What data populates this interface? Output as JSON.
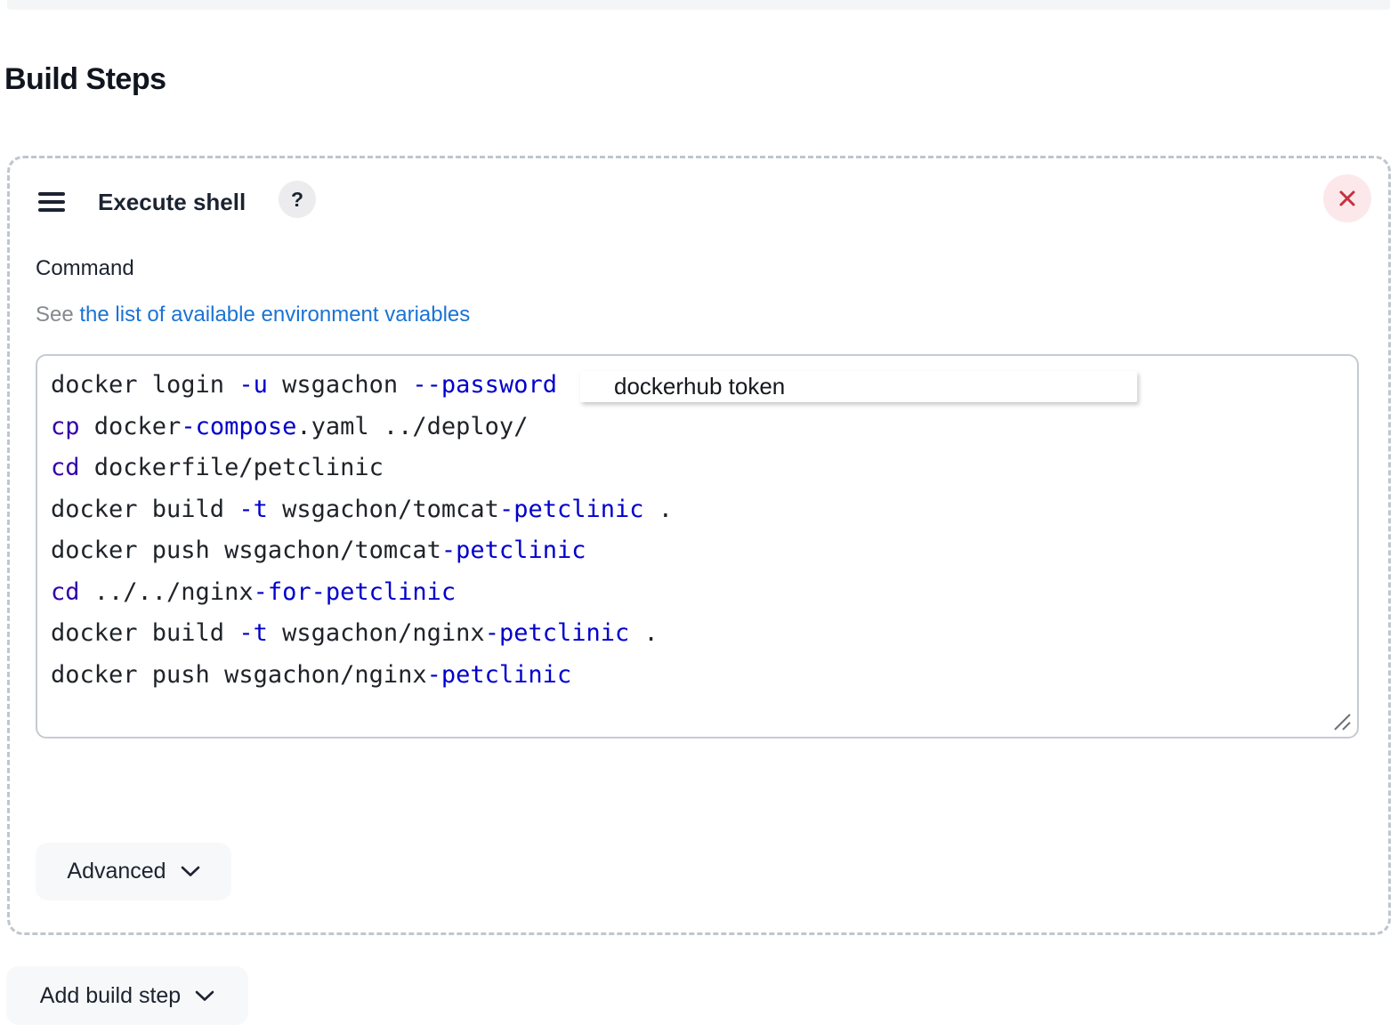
{
  "page": {
    "title": "Build Steps"
  },
  "step_card": {
    "title": "Execute shell",
    "help_badge": "?",
    "command_label": "Command",
    "env_hint": {
      "prefix": "See ",
      "link_text": "the list of available environment variables"
    },
    "overlay_label": "dockerhub token",
    "advanced_button": "Advanced"
  },
  "editor": {
    "lines": [
      [
        {
          "t": "docker login ",
          "k": "plain"
        },
        {
          "t": "-u",
          "k": "flag"
        },
        {
          "t": " wsgachon ",
          "k": "plain"
        },
        {
          "t": "--password",
          "k": "flag"
        }
      ],
      [
        {
          "t": "cp",
          "k": "builtin"
        },
        {
          "t": " docker",
          "k": "plain"
        },
        {
          "t": "-compose",
          "k": "flag"
        },
        {
          "t": ".yaml ../deploy/",
          "k": "plain"
        }
      ],
      [
        {
          "t": "cd",
          "k": "builtin"
        },
        {
          "t": " dockerfile/petclinic",
          "k": "plain"
        }
      ],
      [
        {
          "t": "docker build ",
          "k": "plain"
        },
        {
          "t": "-t",
          "k": "flag"
        },
        {
          "t": " wsgachon/tomcat",
          "k": "plain"
        },
        {
          "t": "-petclinic",
          "k": "flag"
        },
        {
          "t": " .",
          "k": "plain"
        }
      ],
      [
        {
          "t": "docker push wsgachon/tomcat",
          "k": "plain"
        },
        {
          "t": "-petclinic",
          "k": "flag"
        }
      ],
      [
        {
          "t": "cd",
          "k": "builtin"
        },
        {
          "t": " ../../nginx",
          "k": "plain"
        },
        {
          "t": "-for-petclinic",
          "k": "flag"
        }
      ],
      [
        {
          "t": "docker build ",
          "k": "plain"
        },
        {
          "t": "-t",
          "k": "flag"
        },
        {
          "t": " wsgachon/nginx",
          "k": "plain"
        },
        {
          "t": "-petclinic",
          "k": "flag"
        },
        {
          "t": " .",
          "k": "plain"
        }
      ],
      [
        {
          "t": "docker push wsgachon/nginx",
          "k": "plain"
        },
        {
          "t": "-petclinic",
          "k": "flag"
        }
      ]
    ]
  },
  "footer": {
    "add_build_step": "Add build step"
  },
  "colors": {
    "link": "#1a73d4",
    "flag": "#0000cc",
    "builtin": "#3300aa",
    "close_x": "#c5303e",
    "close_bg": "#fce8ea",
    "dashed_border": "#bfc6cd"
  }
}
